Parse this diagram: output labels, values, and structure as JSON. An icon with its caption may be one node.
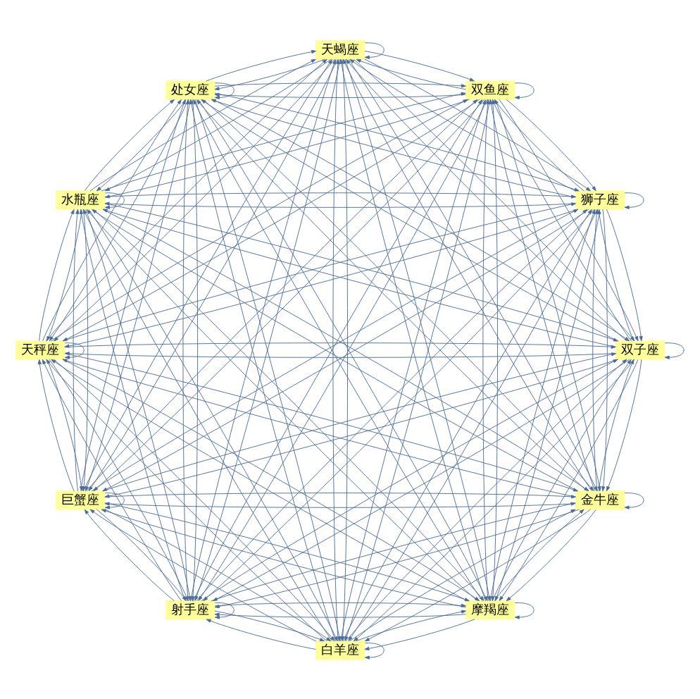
{
  "diagram": {
    "nodes": [
      {
        "text": [
          "金牛座"
        ]
      },
      {
        "text": [
          "双子座"
        ]
      },
      {
        "text": [
          "白羊座"
        ]
      },
      {
        "text": [
          "射手座"
        ]
      },
      {
        "text": [
          "巨蟹座"
        ]
      },
      {
        "text": [
          "天秤座"
        ]
      },
      {
        "text": [
          "水瓶座"
        ]
      },
      {
        "text": [
          "处女座"
        ]
      },
      {
        "text": [
          "天蝎座"
        ]
      },
      {
        "text": [
          "双鱼座"
        ]
      },
      {
        "text": [
          "狮子座"
        ]
      },
      {
        "text": [
          "摩羯座"
        ]
      }
    ],
    "edges": [
      {
        "from": 0,
        "to": 0,
        "arrow": "to"
      },
      {
        "from": 0,
        "to": 1,
        "arrow": "to"
      },
      {
        "from": 0,
        "to": 2,
        "arrow": "to"
      },
      {
        "from": 0,
        "to": 3,
        "arrow": "to"
      },
      {
        "from": 0,
        "to": 4,
        "arrow": "to"
      },
      {
        "from": 0,
        "to": 5,
        "arrow": "to"
      },
      {
        "from": 0,
        "to": 6,
        "arrow": "to"
      },
      {
        "from": 0,
        "to": 7,
        "arrow": "to"
      },
      {
        "from": 0,
        "to": 8,
        "arrow": "to"
      },
      {
        "from": 0,
        "to": 9,
        "arrow": "to"
      },
      {
        "from": 0,
        "to": 10,
        "arrow": "to"
      },
      {
        "from": 0,
        "to": 11,
        "arrow": "to"
      },
      {
        "from": 1,
        "to": 0,
        "arrow": "to"
      },
      {
        "from": 1,
        "to": 1,
        "arrow": "to"
      },
      {
        "from": 1,
        "to": 2,
        "arrow": "to"
      },
      {
        "from": 1,
        "to": 3,
        "arrow": "to"
      },
      {
        "from": 1,
        "to": 4,
        "arrow": "to"
      },
      {
        "from": 1,
        "to": 5,
        "arrow": "to"
      },
      {
        "from": 1,
        "to": 6,
        "arrow": "to"
      },
      {
        "from": 1,
        "to": 7,
        "arrow": "to"
      },
      {
        "from": 1,
        "to": 8,
        "arrow": "to"
      },
      {
        "from": 1,
        "to": 9,
        "arrow": "to"
      },
      {
        "from": 1,
        "to": 10,
        "arrow": "to"
      },
      {
        "from": 1,
        "to": 11,
        "arrow": "to"
      },
      {
        "from": 2,
        "to": 0,
        "arrow": "to"
      },
      {
        "from": 2,
        "to": 1,
        "arrow": "to"
      },
      {
        "from": 2,
        "to": 2,
        "arrow": "to"
      },
      {
        "from": 2,
        "to": 3,
        "arrow": "to"
      },
      {
        "from": 2,
        "to": 4,
        "arrow": "to"
      },
      {
        "from": 2,
        "to": 5,
        "arrow": "to"
      },
      {
        "from": 2,
        "to": 6,
        "arrow": "to"
      },
      {
        "from": 2,
        "to": 7,
        "arrow": "to"
      },
      {
        "from": 2,
        "to": 8,
        "arrow": "to"
      },
      {
        "from": 2,
        "to": 9,
        "arrow": "to"
      },
      {
        "from": 2,
        "to": 10,
        "arrow": "to"
      },
      {
        "from": 2,
        "to": 11,
        "arrow": "to"
      },
      {
        "from": 3,
        "to": 0,
        "arrow": "to"
      },
      {
        "from": 3,
        "to": 1,
        "arrow": "to"
      },
      {
        "from": 3,
        "to": 2,
        "arrow": "to"
      },
      {
        "from": 3,
        "to": 3,
        "arrow": "to"
      },
      {
        "from": 3,
        "to": 4,
        "arrow": "to"
      },
      {
        "from": 3,
        "to": 5,
        "arrow": "to"
      },
      {
        "from": 3,
        "to": 6,
        "arrow": "to"
      },
      {
        "from": 3,
        "to": 7,
        "arrow": "to"
      },
      {
        "from": 3,
        "to": 8,
        "arrow": "to"
      },
      {
        "from": 3,
        "to": 9,
        "arrow": "to"
      },
      {
        "from": 3,
        "to": 10,
        "arrow": "to"
      },
      {
        "from": 3,
        "to": 11,
        "arrow": "to"
      },
      {
        "from": 4,
        "to": 0,
        "arrow": "to"
      },
      {
        "from": 4,
        "to": 1,
        "arrow": "to"
      },
      {
        "from": 4,
        "to": 2,
        "arrow": "to"
      },
      {
        "from": 4,
        "to": 3,
        "arrow": "to"
      },
      {
        "from": 4,
        "to": 4,
        "arrow": "to"
      },
      {
        "from": 4,
        "to": 5,
        "arrow": "to"
      },
      {
        "from": 4,
        "to": 6,
        "arrow": "to"
      },
      {
        "from": 4,
        "to": 7,
        "arrow": "to"
      },
      {
        "from": 4,
        "to": 8,
        "arrow": "to"
      },
      {
        "from": 4,
        "to": 9,
        "arrow": "to"
      },
      {
        "from": 4,
        "to": 10,
        "arrow": "to"
      },
      {
        "from": 4,
        "to": 11,
        "arrow": "to"
      },
      {
        "from": 5,
        "to": 0,
        "arrow": "to"
      },
      {
        "from": 5,
        "to": 1,
        "arrow": "to"
      },
      {
        "from": 5,
        "to": 2,
        "arrow": "to"
      },
      {
        "from": 5,
        "to": 3,
        "arrow": "to"
      },
      {
        "from": 5,
        "to": 4,
        "arrow": "to"
      },
      {
        "from": 5,
        "to": 5,
        "arrow": "to"
      },
      {
        "from": 5,
        "to": 6,
        "arrow": "to"
      },
      {
        "from": 5,
        "to": 7,
        "arrow": "to"
      },
      {
        "from": 5,
        "to": 8,
        "arrow": "to"
      },
      {
        "from": 5,
        "to": 9,
        "arrow": "to"
      },
      {
        "from": 5,
        "to": 10,
        "arrow": "to"
      },
      {
        "from": 5,
        "to": 11,
        "arrow": "to"
      },
      {
        "from": 6,
        "to": 0,
        "arrow": "to"
      },
      {
        "from": 6,
        "to": 1,
        "arrow": "to"
      },
      {
        "from": 6,
        "to": 2,
        "arrow": "to"
      },
      {
        "from": 6,
        "to": 3,
        "arrow": "to"
      },
      {
        "from": 6,
        "to": 4,
        "arrow": "to"
      },
      {
        "from": 6,
        "to": 5,
        "arrow": "to"
      },
      {
        "from": 6,
        "to": 6,
        "arrow": "to"
      },
      {
        "from": 6,
        "to": 7,
        "arrow": "to"
      },
      {
        "from": 6,
        "to": 8,
        "arrow": "to"
      },
      {
        "from": 6,
        "to": 9,
        "arrow": "to"
      },
      {
        "from": 6,
        "to": 10,
        "arrow": "to"
      },
      {
        "from": 6,
        "to": 11,
        "arrow": "to"
      },
      {
        "from": 7,
        "to": 0,
        "arrow": "to"
      },
      {
        "from": 7,
        "to": 1,
        "arrow": "to"
      },
      {
        "from": 7,
        "to": 2,
        "arrow": "to"
      },
      {
        "from": 7,
        "to": 3,
        "arrow": "to"
      },
      {
        "from": 7,
        "to": 4,
        "arrow": "to"
      },
      {
        "from": 7,
        "to": 5,
        "arrow": "to"
      },
      {
        "from": 7,
        "to": 6,
        "arrow": "to"
      },
      {
        "from": 7,
        "to": 7,
        "arrow": "to"
      },
      {
        "from": 7,
        "to": 8,
        "arrow": "to"
      },
      {
        "from": 7,
        "to": 9,
        "arrow": "to"
      },
      {
        "from": 7,
        "to": 10,
        "arrow": "to"
      },
      {
        "from": 7,
        "to": 11,
        "arrow": "to"
      },
      {
        "from": 8,
        "to": 0,
        "arrow": "to"
      },
      {
        "from": 8,
        "to": 1,
        "arrow": "to"
      },
      {
        "from": 8,
        "to": 2,
        "arrow": "to"
      },
      {
        "from": 8,
        "to": 3,
        "arrow": "to"
      },
      {
        "from": 8,
        "to": 4,
        "arrow": "to"
      },
      {
        "from": 8,
        "to": 5,
        "arrow": "to"
      },
      {
        "from": 8,
        "to": 6,
        "arrow": "to"
      },
      {
        "from": 8,
        "to": 7,
        "arrow": "to"
      },
      {
        "from": 8,
        "to": 8,
        "arrow": "to"
      },
      {
        "from": 8,
        "to": 9,
        "arrow": "to"
      },
      {
        "from": 8,
        "to": 10,
        "arrow": "to"
      },
      {
        "from": 8,
        "to": 11,
        "arrow": "to"
      },
      {
        "from": 9,
        "to": 0,
        "arrow": "to"
      },
      {
        "from": 9,
        "to": 1,
        "arrow": "to"
      },
      {
        "from": 9,
        "to": 2,
        "arrow": "to"
      },
      {
        "from": 9,
        "to": 3,
        "arrow": "to"
      },
      {
        "from": 9,
        "to": 4,
        "arrow": "to"
      },
      {
        "from": 9,
        "to": 5,
        "arrow": "to"
      },
      {
        "from": 9,
        "to": 6,
        "arrow": "to"
      },
      {
        "from": 9,
        "to": 7,
        "arrow": "to"
      },
      {
        "from": 9,
        "to": 8,
        "arrow": "to"
      },
      {
        "from": 9,
        "to": 9,
        "arrow": "to"
      },
      {
        "from": 9,
        "to": 10,
        "arrow": "to"
      },
      {
        "from": 9,
        "to": 11,
        "arrow": "to"
      },
      {
        "from": 10,
        "to": 0,
        "arrow": "to"
      },
      {
        "from": 10,
        "to": 1,
        "arrow": "to"
      },
      {
        "from": 10,
        "to": 2,
        "arrow": "to"
      },
      {
        "from": 10,
        "to": 3,
        "arrow": "to"
      },
      {
        "from": 10,
        "to": 4,
        "arrow": "to"
      },
      {
        "from": 10,
        "to": 5,
        "arrow": "to"
      },
      {
        "from": 10,
        "to": 6,
        "arrow": "to"
      },
      {
        "from": 10,
        "to": 7,
        "arrow": "to"
      },
      {
        "from": 10,
        "to": 8,
        "arrow": "to"
      },
      {
        "from": 10,
        "to": 9,
        "arrow": "to"
      },
      {
        "from": 10,
        "to": 10,
        "arrow": "to"
      },
      {
        "from": 10,
        "to": 11,
        "arrow": "to"
      },
      {
        "from": 11,
        "to": 0,
        "arrow": "to"
      },
      {
        "from": 11,
        "to": 1,
        "arrow": "to"
      },
      {
        "from": 11,
        "to": 2,
        "arrow": "to"
      },
      {
        "from": 11,
        "to": 3,
        "arrow": "to"
      },
      {
        "from": 11,
        "to": 4,
        "arrow": "to"
      },
      {
        "from": 11,
        "to": 5,
        "arrow": "to"
      },
      {
        "from": 11,
        "to": 6,
        "arrow": "to"
      },
      {
        "from": 11,
        "to": 7,
        "arrow": "to"
      },
      {
        "from": 11,
        "to": 8,
        "arrow": "to"
      },
      {
        "from": 11,
        "to": 9,
        "arrow": "to"
      },
      {
        "from": 11,
        "to": 10,
        "arrow": "to"
      },
      {
        "from": 11,
        "to": 11,
        "arrow": "to"
      }
    ]
  }
}
